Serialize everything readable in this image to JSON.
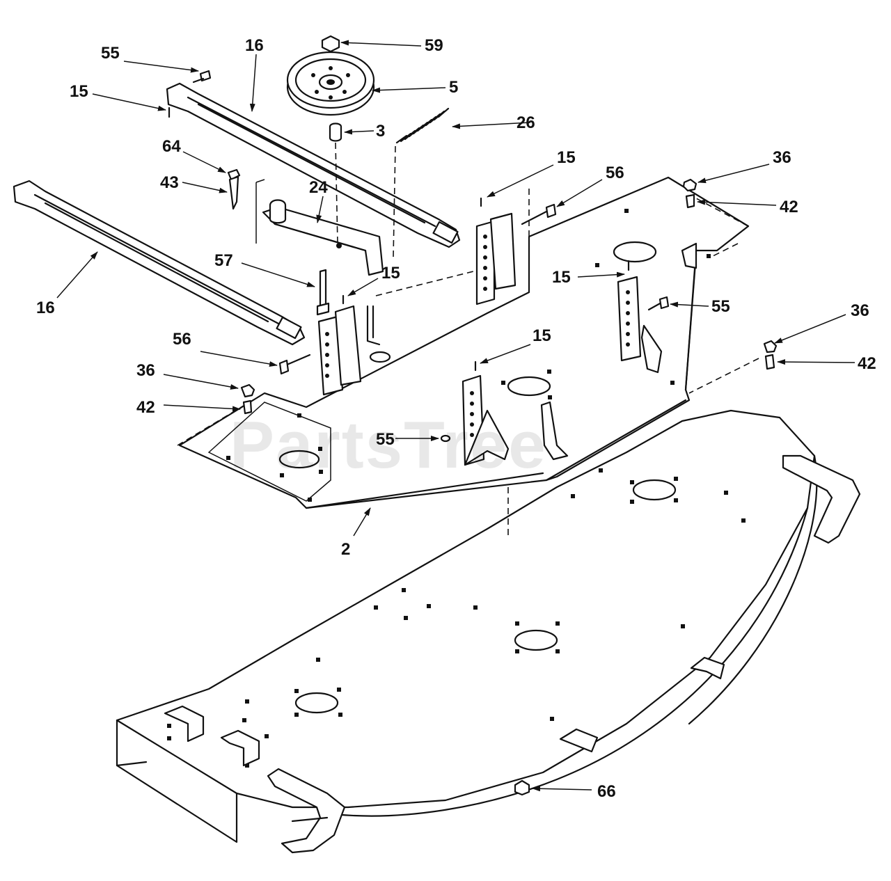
{
  "watermark": "PartsTree",
  "callouts": [
    {
      "id": "c59",
      "label": "59"
    },
    {
      "id": "c5",
      "label": "5"
    },
    {
      "id": "c3",
      "label": "3"
    },
    {
      "id": "c26",
      "label": "26"
    },
    {
      "id": "c55a",
      "label": "55"
    },
    {
      "id": "c16a",
      "label": "16"
    },
    {
      "id": "c15a",
      "label": "15"
    },
    {
      "id": "c64",
      "label": "64"
    },
    {
      "id": "c43",
      "label": "43"
    },
    {
      "id": "c24",
      "label": "24"
    },
    {
      "id": "c57",
      "label": "57"
    },
    {
      "id": "c15b",
      "label": "15"
    },
    {
      "id": "c16b",
      "label": "16"
    },
    {
      "id": "c15c",
      "label": "15"
    },
    {
      "id": "c56a",
      "label": "56"
    },
    {
      "id": "c36a",
      "label": "36"
    },
    {
      "id": "c42a",
      "label": "42"
    },
    {
      "id": "c15d",
      "label": "15"
    },
    {
      "id": "c55b",
      "label": "55"
    },
    {
      "id": "c36b",
      "label": "36"
    },
    {
      "id": "c42b",
      "label": "42"
    },
    {
      "id": "c56b",
      "label": "56"
    },
    {
      "id": "c36c",
      "label": "36"
    },
    {
      "id": "c42c",
      "label": "42"
    },
    {
      "id": "c15e",
      "label": "15"
    },
    {
      "id": "c55c",
      "label": "55"
    },
    {
      "id": "c2",
      "label": "2"
    },
    {
      "id": "c66",
      "label": "66"
    }
  ]
}
